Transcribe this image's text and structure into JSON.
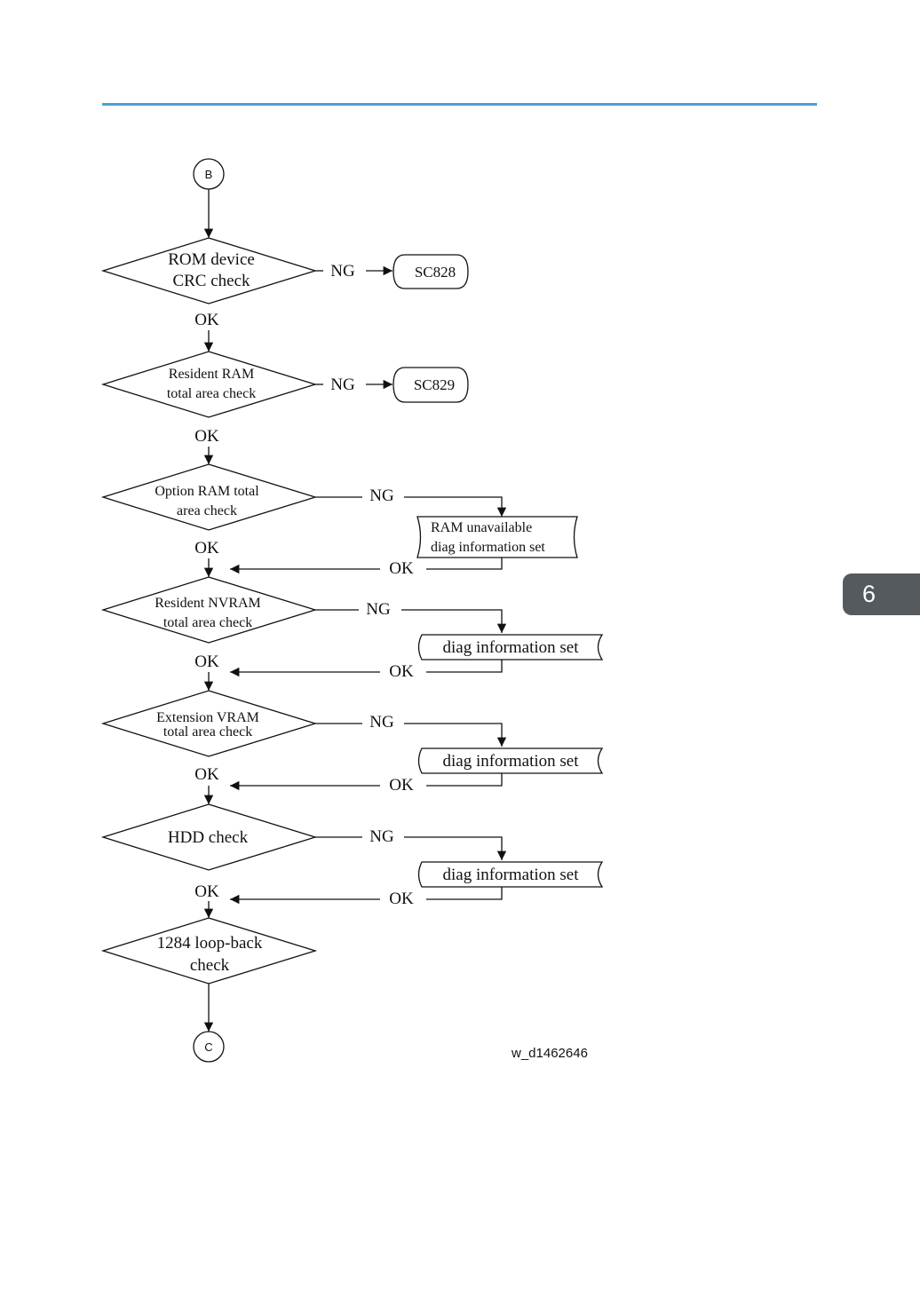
{
  "page": {
    "chapter_tab": "6"
  },
  "diagram": {
    "start_connector": "B",
    "end_connector": "C",
    "ok_label": "OK",
    "ng_label": "NG",
    "figure_id": "w_d1462646",
    "decisions": [
      {
        "line1": "ROM device",
        "line2": "CRC check"
      },
      {
        "line1": "Resident RAM",
        "line2": "total area check"
      },
      {
        "line1": "Option RAM total",
        "line2": "area check"
      },
      {
        "line1": "Resident NVRAM",
        "line2": "total area check"
      },
      {
        "line1": "Extension VRAM",
        "line2": "total area check"
      },
      {
        "line1": "HDD check",
        "line2": ""
      },
      {
        "line1": "1284 loop-back",
        "line2": "check"
      }
    ],
    "sc_codes": [
      "SC828",
      "SC829"
    ],
    "process_boxes": [
      {
        "line1": "RAM unavailable",
        "line2": "diag information set"
      },
      {
        "line1": "diag information set",
        "line2": ""
      },
      {
        "line1": "diag information set",
        "line2": ""
      },
      {
        "line1": "diag information set",
        "line2": ""
      }
    ]
  }
}
